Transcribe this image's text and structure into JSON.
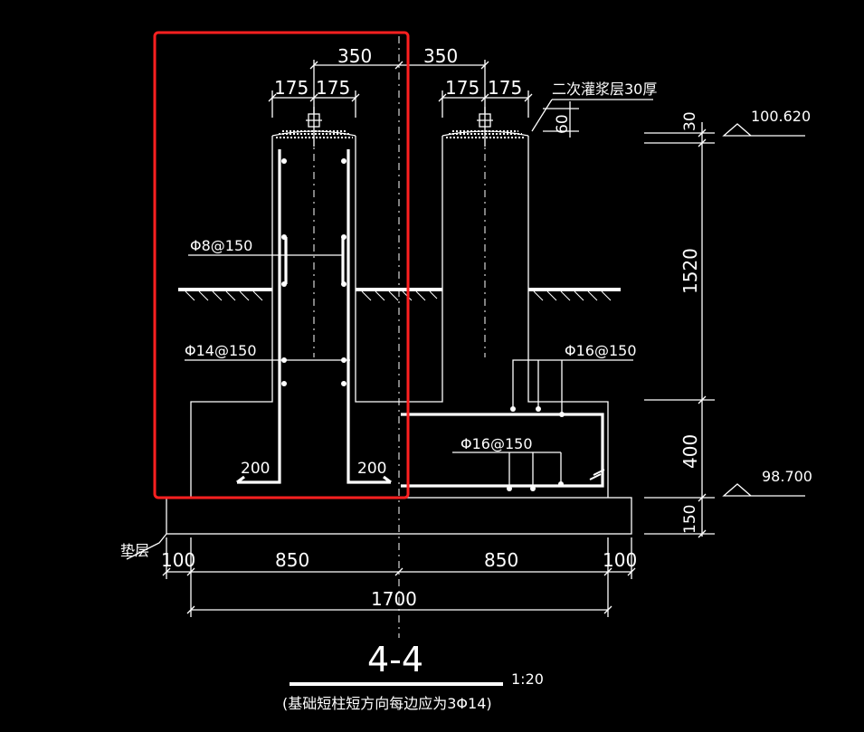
{
  "title": "4-4",
  "scale": "1:20",
  "note": "(基础短柱短方向每边应为3Φ14)",
  "grout_label": "二次灌浆层30厚",
  "cushion_label": "垫层",
  "elevations": {
    "top": "100.620",
    "bottom": "98.700"
  },
  "rebar": {
    "stirrup": "Φ8@150",
    "column_main": "Φ14@150",
    "base_top": "Φ16@150",
    "base_bottom": "Φ16@150",
    "hook_left": "200",
    "hook_right": "200"
  },
  "dims": {
    "top_left": "350",
    "top_right": "350",
    "col1_left": "175",
    "col1_right": "175",
    "col2_left": "175",
    "col2_right": "175",
    "grout_60": "60",
    "v_30": "30",
    "v_1520": "1520",
    "v_400": "400",
    "v_150": "150",
    "b_100_left": "100",
    "b_850_left": "850",
    "b_850_right": "850",
    "b_100_right": "100",
    "total": "1700"
  }
}
